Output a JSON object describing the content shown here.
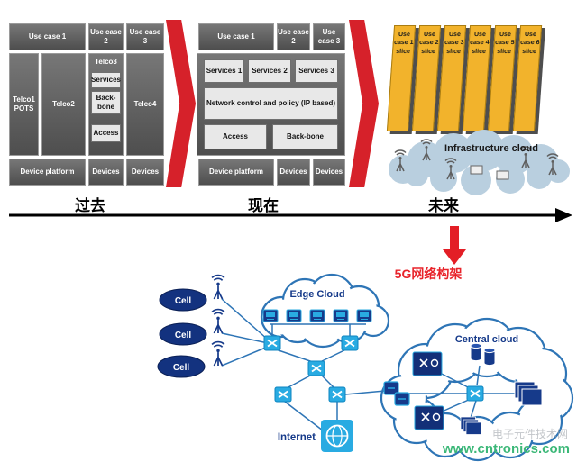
{
  "past": {
    "label": "过去",
    "use_case_1": "Use case 1",
    "use_case_2": "Use case 2",
    "use_case_3": "Use case 3",
    "telco1": "Telco1 POTS",
    "telco2": "Telco2",
    "telco3": "Telco3",
    "telco3_services": "Services",
    "telco3_backbone": "Back-bone",
    "telco3_access": "Access",
    "telco4": "Telco4",
    "device_platform": "Device platform",
    "devices_1": "Devices",
    "devices_2": "Devices"
  },
  "present": {
    "label": "现在",
    "use_case_1": "Use case 1",
    "use_case_2": "Use case 2",
    "use_case_3": "Use case 3",
    "services_1": "Services 1",
    "services_2": "Services 2",
    "services_3": "Services 3",
    "network_control": "Network control and policy (IP based)",
    "access": "Access",
    "backbone": "Back-bone",
    "device_platform": "Device platform",
    "devices_1": "Devices",
    "devices_2": "Devices"
  },
  "future": {
    "label": "未来",
    "slices": [
      "Use case 1 slice",
      "Use case 2 slice",
      "Use case 3 slice",
      "Use case 4 slice",
      "Use case 5 slice",
      "Use case 6 slice"
    ],
    "infrastructure_cloud": "Infrastructure cloud"
  },
  "five_g": {
    "title": "5G网络构架",
    "cell_1": "Cell",
    "cell_2": "Cell",
    "cell_3": "Cell",
    "edge_cloud": "Edge Cloud",
    "central_cloud": "Central cloud",
    "internet": "Internet"
  },
  "watermark": {
    "faint": "电子元件技术网",
    "site": "www.cntronics.com"
  },
  "colors": {
    "accent_red": "#d6212a",
    "slice_yellow": "#f2b32c",
    "cloud_blue": "#2e75b6",
    "node_blue": "#163a8a",
    "switch_cyan": "#29abe2",
    "watermark_green": "#3cb878"
  }
}
